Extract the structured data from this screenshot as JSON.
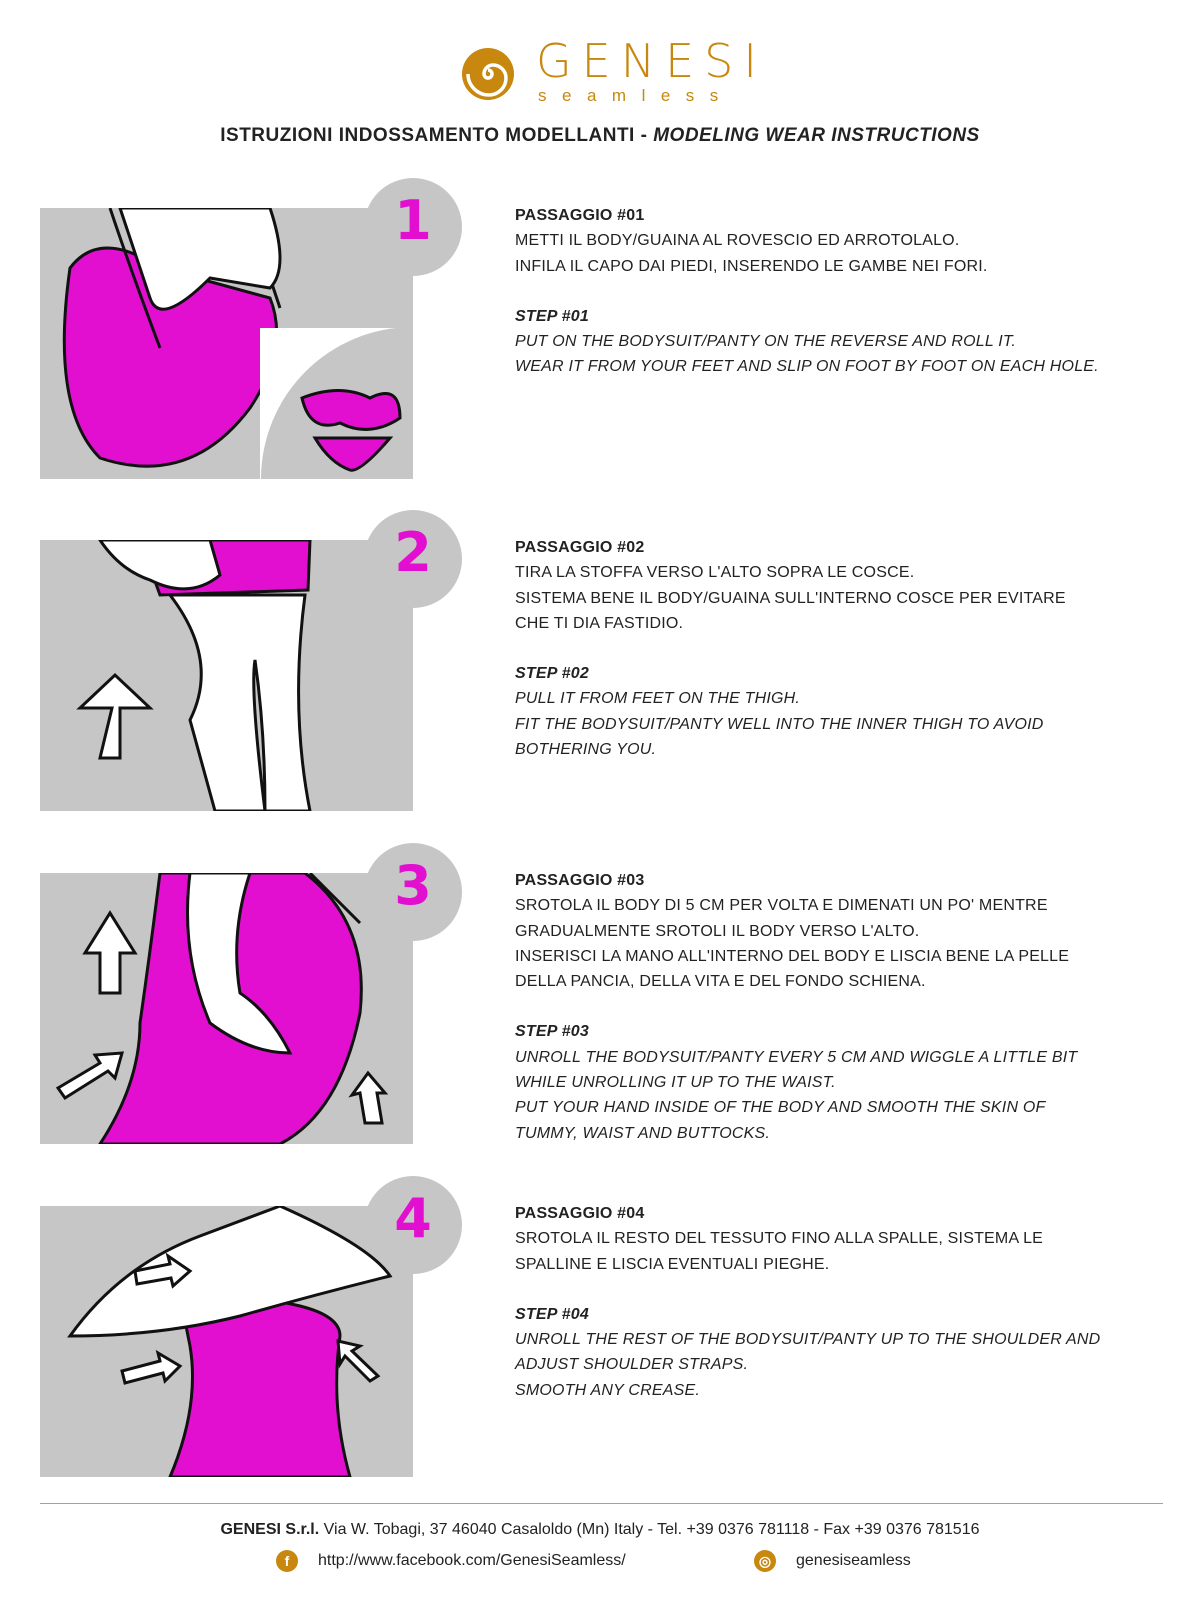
{
  "logo": {
    "brand": "GENESI",
    "sub": "seamless"
  },
  "title": {
    "it": "ISTRUZIONI INDOSSAMENTO MODELLANTI - ",
    "en": "MODELING WEAR INSTRUCTIONS"
  },
  "steps": [
    {
      "num": "1",
      "it_title": "PASSAGGIO #01",
      "it": [
        "METTI IL BODY/GUAINA AL ROVESCIO ED ARROTOLALO.",
        "INFILA IL CAPO DAI PIEDI, INSERENDO LE GAMBE NEI FORI."
      ],
      "en_title": "STEP #01",
      "en": [
        "PUT ON THE BODYSUIT/PANTY ON THE REVERSE  AND ROLL IT.",
        "WEAR IT FROM YOUR FEET AND SLIP ON FOOT BY FOOT ON EACH HOLE."
      ]
    },
    {
      "num": "2",
      "it_title": "PASSAGGIO #02",
      "it": [
        "TIRA LA STOFFA VERSO L'ALTO SOPRA LE COSCE.",
        "SISTEMA BENE IL BODY/GUAINA SULL'INTERNO COSCE PER EVITARE",
        "CHE TI DIA FASTIDIO."
      ],
      "en_title": "STEP #02",
      "en": [
        "PULL IT FROM FEET ON THE THIGH.",
        "FIT THE BODYSUIT/PANTY WELL INTO THE INNER THIGH TO AVOID",
        "BOTHERING YOU."
      ]
    },
    {
      "num": "3",
      "it_title": "PASSAGGIO #03",
      "it": [
        "SROTOLA IL BODY DI 5 CM PER VOLTA E DIMENATI UN PO' MENTRE",
        "GRADUALMENTE SROTOLI IL BODY VERSO L'ALTO.",
        "INSERISCI LA MANO ALL'INTERNO DEL BODY E LISCIA BENE LA PELLE",
        "DELLA PANCIA, DELLA VITA E DEL FONDO SCHIENA."
      ],
      "en_title": "STEP #03",
      "en": [
        "UNROLL THE BODYSUIT/PANTY EVERY 5 CM AND WIGGLE A LITTLE BIT",
        "WHILE UNROLLING IT UP TO THE WAIST.",
        "PUT YOUR HAND INSIDE OF THE BODY AND SMOOTH THE SKIN OF",
        "TUMMY, WAIST AND BUTTOCKS."
      ]
    },
    {
      "num": "4",
      "it_title": "PASSAGGIO #04",
      "it": [
        "SROTOLA IL RESTO DEL TESSUTO FINO ALLA SPALLE, SISTEMA LE",
        "SPALLINE E LISCIA EVENTUALI PIEGHE."
      ],
      "en_title": "STEP #04",
      "en": [
        "UNROLL THE REST OF THE BODYSUIT/PANTY UP TO THE SHOULDER AND",
        "ADJUST SHOULDER STRAPS.",
        "SMOOTH ANY CREASE."
      ]
    }
  ],
  "footer": {
    "company": "GENESI S.r.l.",
    "address": " Via W. Tobagi, 37 46040 Casaloldo (Mn) Italy - Tel. +39 0376 781118 - Fax +39 0376 781516",
    "facebook": "http://www.facebook.com/GenesiSeamless/",
    "instagram": "genesiseamless"
  },
  "colors": {
    "brand": "#c8870f",
    "accent": "#e20fd0",
    "panel": "#c6c6c6"
  }
}
